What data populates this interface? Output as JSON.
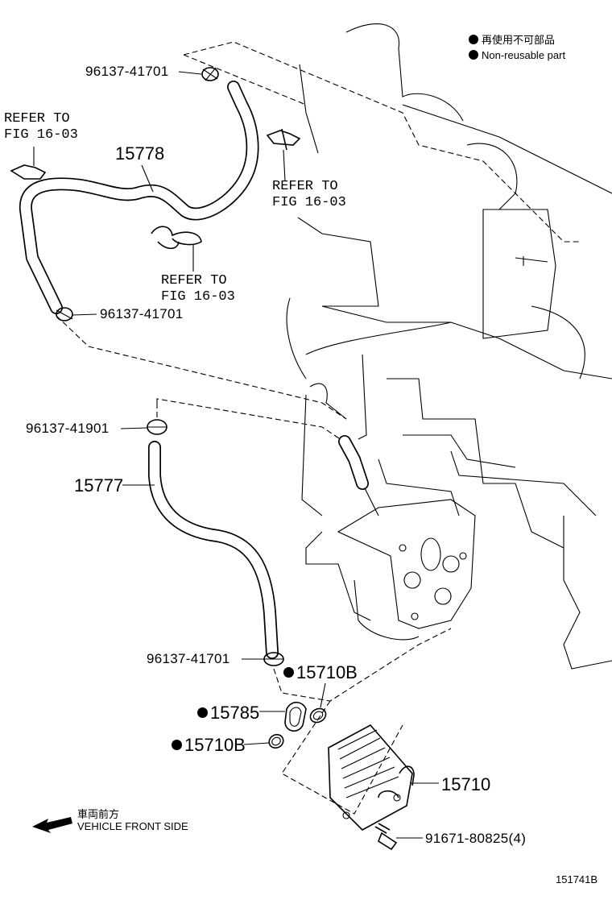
{
  "legend": {
    "jp": "再使用不可部品",
    "en": "Non-reusable part"
  },
  "labels": {
    "clip_top": "96137-41701",
    "ref_left_1": "REFER TO",
    "ref_left_2": "FIG 16-03",
    "hose_upper": "15778",
    "ref_mid_1": "REFER TO",
    "ref_mid_2": "FIG 16-03",
    "ref_low_1": "REFER TO",
    "ref_low_2": "FIG 16-03",
    "clip_left": "96137-41701",
    "clip_hose2": "96137-41901",
    "hose_lower": "15777",
    "clip_bottom": "96137-41701",
    "gasket_a": "15710B",
    "oring": "15785",
    "gasket_b": "15710B",
    "cooler": "15710",
    "bolt": "91671-80825(4)"
  },
  "direction": {
    "jp": "車両前方",
    "en": "VEHICLE FRONT SIDE"
  },
  "figure_id": "151741B",
  "icons": [
    "arrow-left-icon",
    "non-reusable-dot-icon"
  ]
}
